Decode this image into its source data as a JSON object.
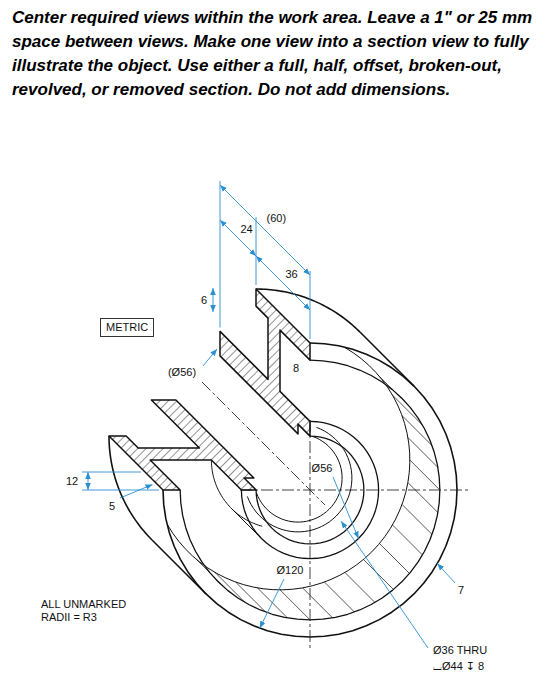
{
  "diagram": {
    "title": "Center required views within the work area. Leave a 1\" or 25 mm space between views. Make one view into a section view to fully illustrate the object. Use either a full, half, offset, broken-out, revolved, or removed section. Do not add dimensions.",
    "nodes": [
      {
        "text": [
          "METRIC"
        ]
      }
    ],
    "labels": [
      "24",
      "(60)",
      "36",
      "6",
      "(Ø56)",
      "8",
      "12",
      "5",
      "Ø56",
      "Ø120",
      "7",
      "ALL UNMARKED RADII = R3",
      "Ø36 THRU",
      "⌴Ø44 ↧ 8"
    ]
  }
}
